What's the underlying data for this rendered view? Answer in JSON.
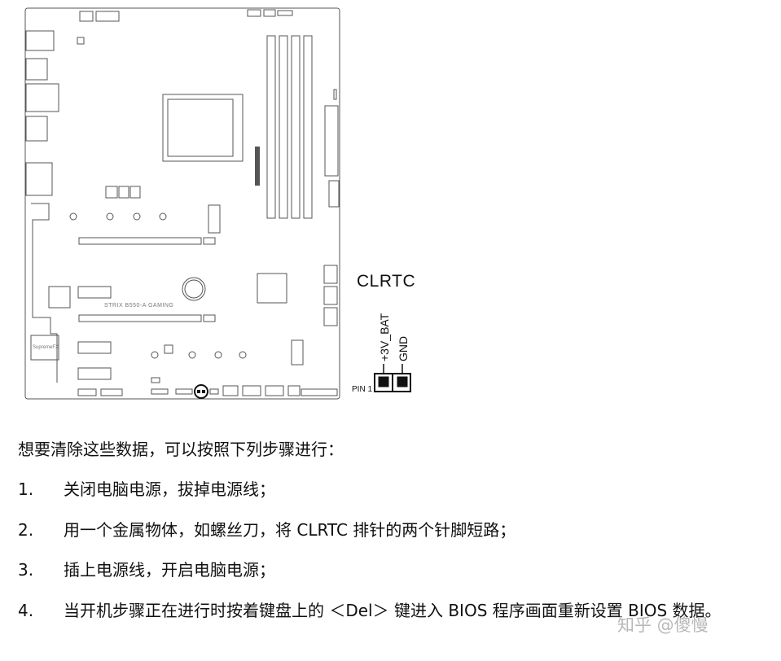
{
  "diagram": {
    "header_title": "CLRTC",
    "pin_labels": [
      "+3V_BAT",
      "GND"
    ],
    "pin1_label": "PIN 1",
    "board_model_text": "STRIX B550-A GAMING",
    "board_small_label": "SupremeFX"
  },
  "instructions": {
    "intro": "想要清除这些数据，可以按照下列步骤进行：",
    "steps": [
      {
        "num": "1.",
        "text": "关闭电脑电源，拔掉电源线；"
      },
      {
        "num": "2.",
        "text": "用一个金属物体，如螺丝刀，将 CLRTC 排针的两个针脚短路；"
      },
      {
        "num": "3.",
        "text": "插上电源线，开启电脑电源；"
      },
      {
        "num": "4.",
        "text": "当开机步骤正在进行时按着键盘上的 ＜Del＞ 键进入 BIOS 程序画面重新设置 BIOS 数据。"
      }
    ]
  },
  "watermark": "知乎 @傻慢"
}
